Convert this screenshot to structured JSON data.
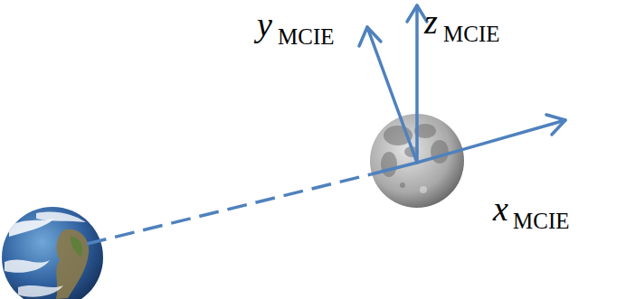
{
  "diagram": {
    "labels": [
      "y",
      "MCIE",
      "z",
      "MCIE",
      "x",
      "MCIE"
    ]
  }
}
